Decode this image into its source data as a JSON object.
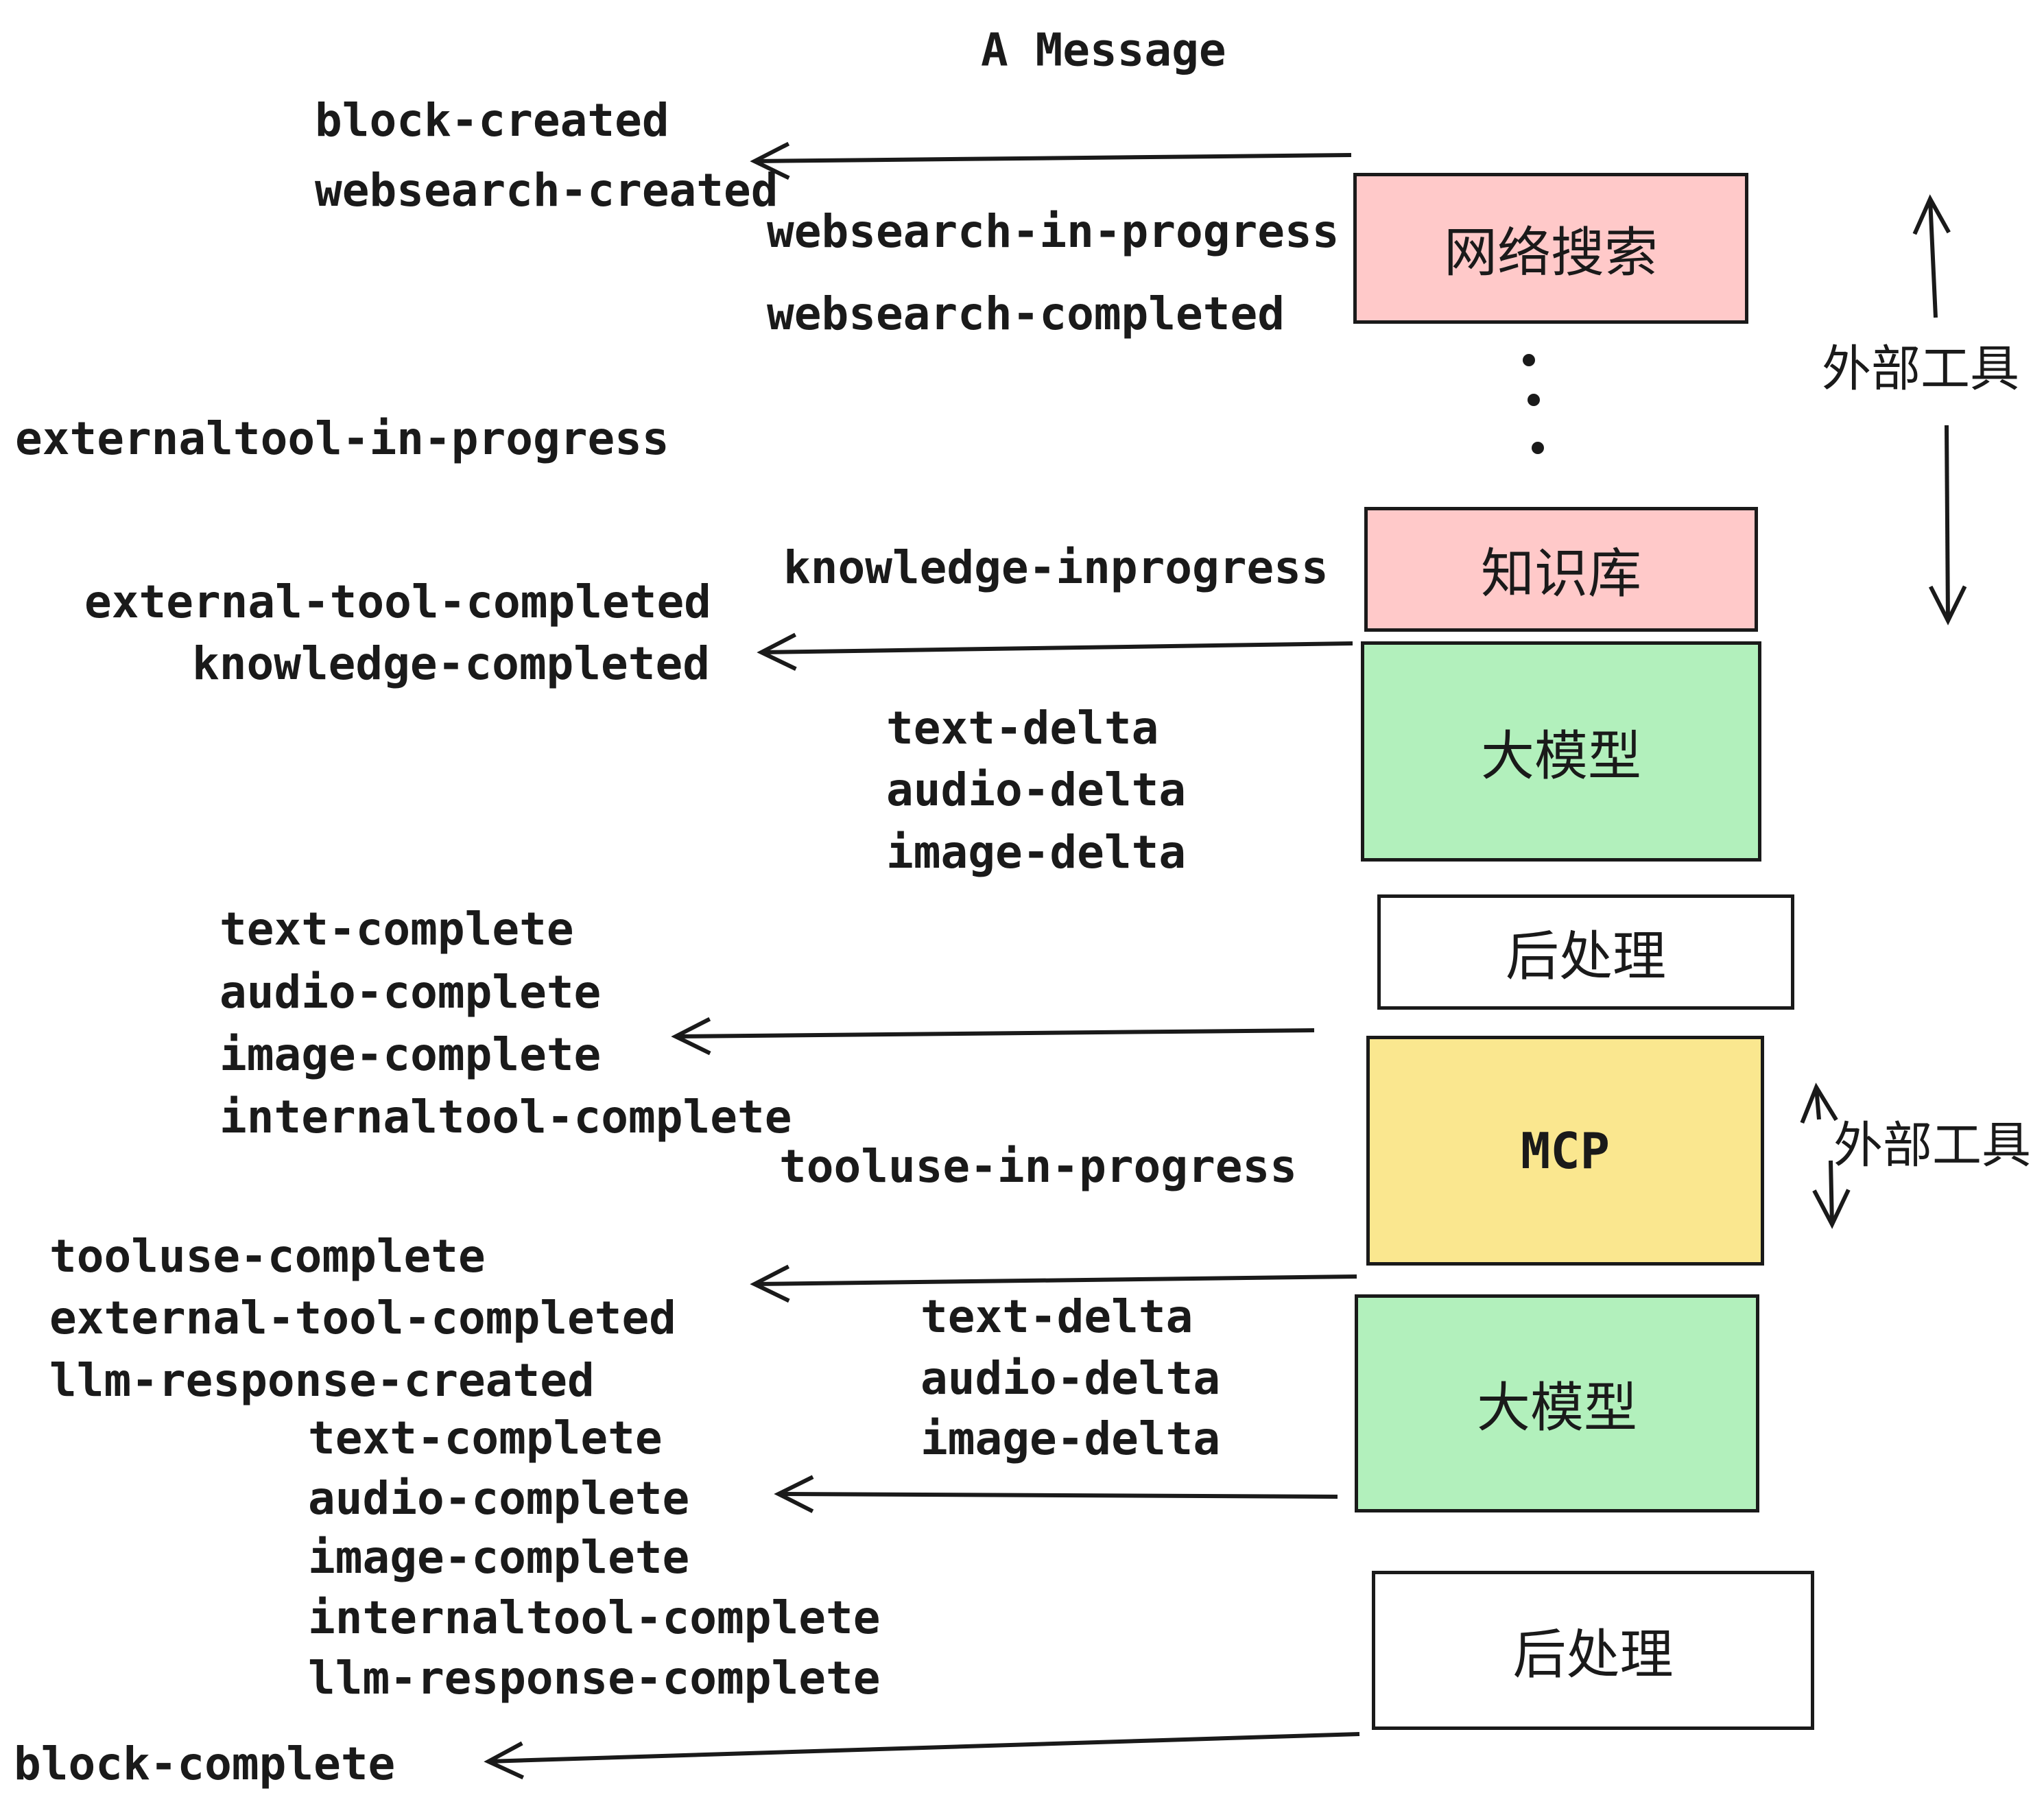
{
  "title": "A Message",
  "colors": {
    "ink": "#1a1a1a",
    "pink": "#FFC9C9",
    "green": "#B2F0BC",
    "yellow": "#FAE78F",
    "paper": "#ffffff"
  },
  "boxes": [
    {
      "label": "网络搜索",
      "fill": "pink"
    },
    {
      "label": "知识库",
      "fill": "pink"
    },
    {
      "label": "大模型",
      "fill": "green"
    },
    {
      "label": "后处理",
      "fill": "white"
    },
    {
      "label": "MCP",
      "fill": "yellow"
    },
    {
      "label": "大模型",
      "fill": "green"
    },
    {
      "label": "后处理",
      "fill": "white"
    }
  ],
  "side_labels": [
    {
      "label": "外部工具"
    },
    {
      "label": "外部工具"
    }
  ],
  "events": [
    {
      "label": "block-created"
    },
    {
      "label": "websearch-created"
    },
    {
      "label": "websearch-in-progress"
    },
    {
      "label": "websearch-completed"
    },
    {
      "label": "externaltool-in-progress"
    },
    {
      "label": "knowledge-inprogress"
    },
    {
      "label": "external-tool-completed"
    },
    {
      "label": "knowledge-completed"
    },
    {
      "label": "text-delta"
    },
    {
      "label": "audio-delta"
    },
    {
      "label": "image-delta"
    },
    {
      "label": "text-complete"
    },
    {
      "label": "audio-complete"
    },
    {
      "label": "image-complete"
    },
    {
      "label": "internaltool-complete"
    },
    {
      "label": "tooluse-in-progress"
    },
    {
      "label": "tooluse-complete"
    },
    {
      "label": "external-tool-completed"
    },
    {
      "label": "llm-response-created"
    },
    {
      "label": "text-complete"
    },
    {
      "label": "audio-complete"
    },
    {
      "label": "image-complete"
    },
    {
      "label": "internaltool-complete"
    },
    {
      "label": "llm-response-complete"
    },
    {
      "label": "block-complete"
    },
    {
      "label": "text-delta"
    },
    {
      "label": "audio-delta"
    },
    {
      "label": "image-delta"
    }
  ]
}
